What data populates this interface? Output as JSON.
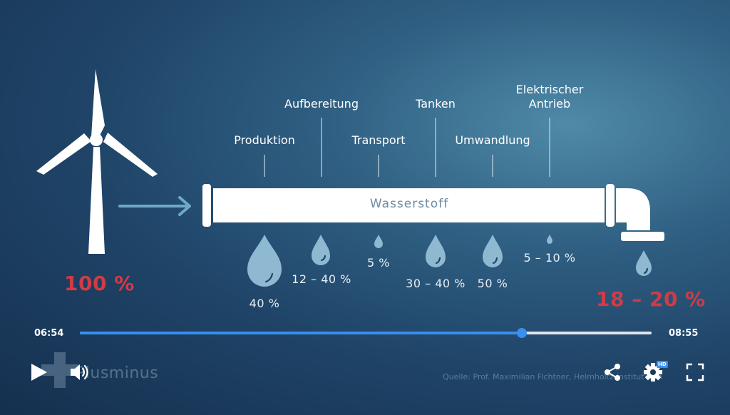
{
  "diagram": {
    "stages": [
      {
        "id": "produktion",
        "label": "Produktion",
        "loss": "40 %"
      },
      {
        "id": "aufbereitung",
        "label": "Aufbereitung",
        "loss": "12 – 40 %"
      },
      {
        "id": "transport",
        "label": "Transport",
        "loss": "5 %"
      },
      {
        "id": "tanken",
        "label": "Tanken",
        "loss": "30 – 40 %"
      },
      {
        "id": "umwandlung",
        "label": "Umwandlung",
        "loss": "50 %"
      },
      {
        "id": "antrieb",
        "label": "Elektrischer Antrieb",
        "label_line1": "Elektrischer",
        "label_line2": "Antrieb",
        "loss": "5 – 10 %"
      }
    ],
    "pipe_label": "Wasserstoff",
    "input_pct": "100 %",
    "output_pct": "18 – 20 %",
    "source": "Quelle: Prof. Maximilian Fichtner, Helmholtz-Institut Ulm",
    "watermark": "Plusminus"
  },
  "player": {
    "current_time": "06:54",
    "total_time": "08:55",
    "progress": 0.7734,
    "hd_badge": "HD",
    "colors": {
      "accent": "#3a8ff0",
      "loss_red": "#d23b45"
    },
    "icons": [
      "play-icon",
      "volume-icon",
      "share-icon",
      "settings-icon",
      "fullscreen-icon"
    ]
  }
}
